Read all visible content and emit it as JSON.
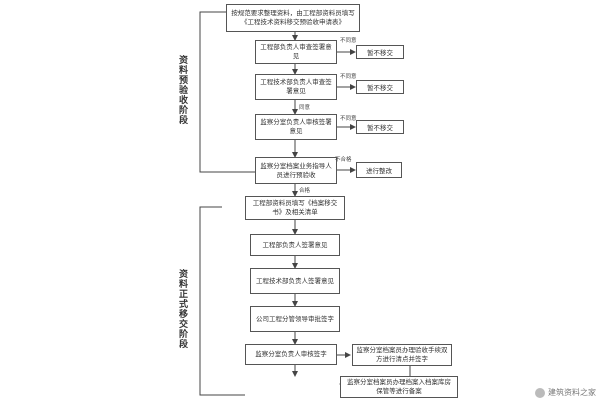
{
  "phases": [
    {
      "label": "资料预验收阶段"
    },
    {
      "label": "资料正式移交阶段"
    }
  ],
  "steps": [
    {
      "text": "按规范要求整理资料，由工程部资料员填写《工程技术资料移交预验收申请表》"
    },
    {
      "text": "工程部负责人审查签署意见"
    },
    {
      "text": "工程技术部负责人审查签署意见"
    },
    {
      "text": "监察分室负责人审核签署意见"
    },
    {
      "text": "监察分室档案业务指导人员进行预验收"
    },
    {
      "text": "工程部资料员填写《档案移交书》及相关清单"
    },
    {
      "text": "工程部负责人签署意见"
    },
    {
      "text": "工程技术部负责人签署意见"
    },
    {
      "text": "公司工程分管领导审批签字"
    },
    {
      "text": "监察分室负责人审核签字"
    },
    {
      "text": "监察分室档案员办理档案入档案库房保管等进行备案"
    }
  ],
  "side_boxes": [
    {
      "text": "暂不移交"
    },
    {
      "text": "暂不移交"
    },
    {
      "text": "暂不移交"
    },
    {
      "text": "进行整改"
    },
    {
      "text": "监察分室档案员办理验收手续双方进行清点并签字"
    }
  ],
  "edge_labels": {
    "disagree_1": "不同意",
    "disagree_2": "不同意",
    "disagree_3": "不同意",
    "unqualified": "不合格",
    "agree": "同意",
    "qualified": "合格"
  },
  "watermark": {
    "text": "建筑资料之家"
  }
}
